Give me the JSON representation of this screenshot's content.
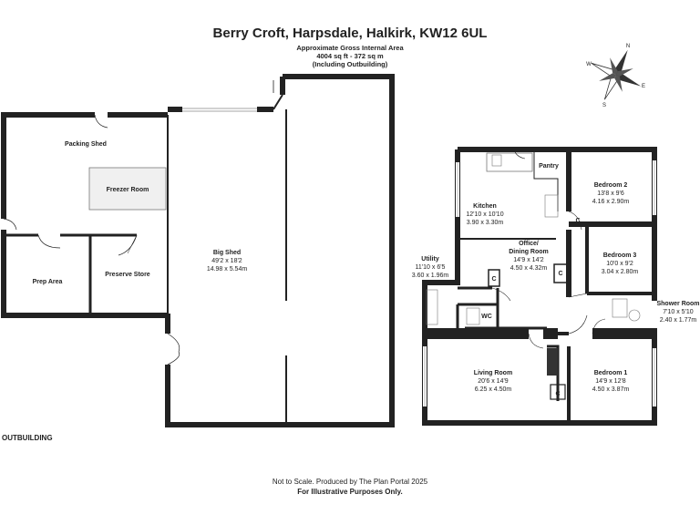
{
  "header": {
    "title": "Berry Croft, Harpsdale, Halkirk, KW12 6UL",
    "area_label": "Approximate Gross Internal Area",
    "area_value": "4004 sq ft - 372 sq m",
    "area_note": "(Including Outbuilding)"
  },
  "outbuilding_label": "OUTBUILDING",
  "compass": {
    "letters": [
      "N",
      "S",
      "E",
      "W"
    ]
  },
  "rooms": {
    "packing_shed": {
      "name": "Packing Shed"
    },
    "freezer_room": {
      "name": "Freezer Room"
    },
    "prep_area": {
      "name": "Prep Area"
    },
    "preserve_store": {
      "name": "Preserve Store"
    },
    "big_shed": {
      "name": "Big Shed",
      "imperial": "49'2 x 18'2",
      "metric": "14.98 x 5.54m"
    },
    "kitchen": {
      "name": "Kitchen",
      "imperial": "12'10 x 10'10",
      "metric": "3.90 x 3.30m"
    },
    "pantry": {
      "name": "Pantry"
    },
    "office_dining": {
      "name1": "Office/",
      "name2": "Dining Room",
      "imperial": "14'9 x 14'2",
      "metric": "4.50 x 4.32m"
    },
    "utility": {
      "name": "Utility",
      "imperial": "11'10 x 6'5",
      "metric": "3.60 x 1.96m"
    },
    "wc": {
      "name": "WC"
    },
    "bedroom2": {
      "name": "Bedroom 2",
      "imperial": "13'8 x 9'6",
      "metric": "4.16 x 2.90m"
    },
    "bedroom3": {
      "name": "Bedroom 3",
      "imperial": "10'0 x 9'2",
      "metric": "3.04 x 2.80m"
    },
    "shower_room": {
      "name": "Shower Room",
      "imperial": "7'10 x 5'10",
      "metric": "2.40 x 1.77m"
    },
    "living_room": {
      "name": "Living Room",
      "imperial": "20'6 x 14'9",
      "metric": "6.25 x 4.50m"
    },
    "bedroom1": {
      "name": "Bedroom 1",
      "imperial": "14'9 x 12'8",
      "metric": "4.50 x 3.87m"
    }
  },
  "cupboard_labels": [
    "C",
    "C",
    "C",
    "C"
  ],
  "footer": {
    "line1": "Not to Scale. Produced by The Plan Portal 2025",
    "line2": "For Illustrative Purposes Only."
  }
}
